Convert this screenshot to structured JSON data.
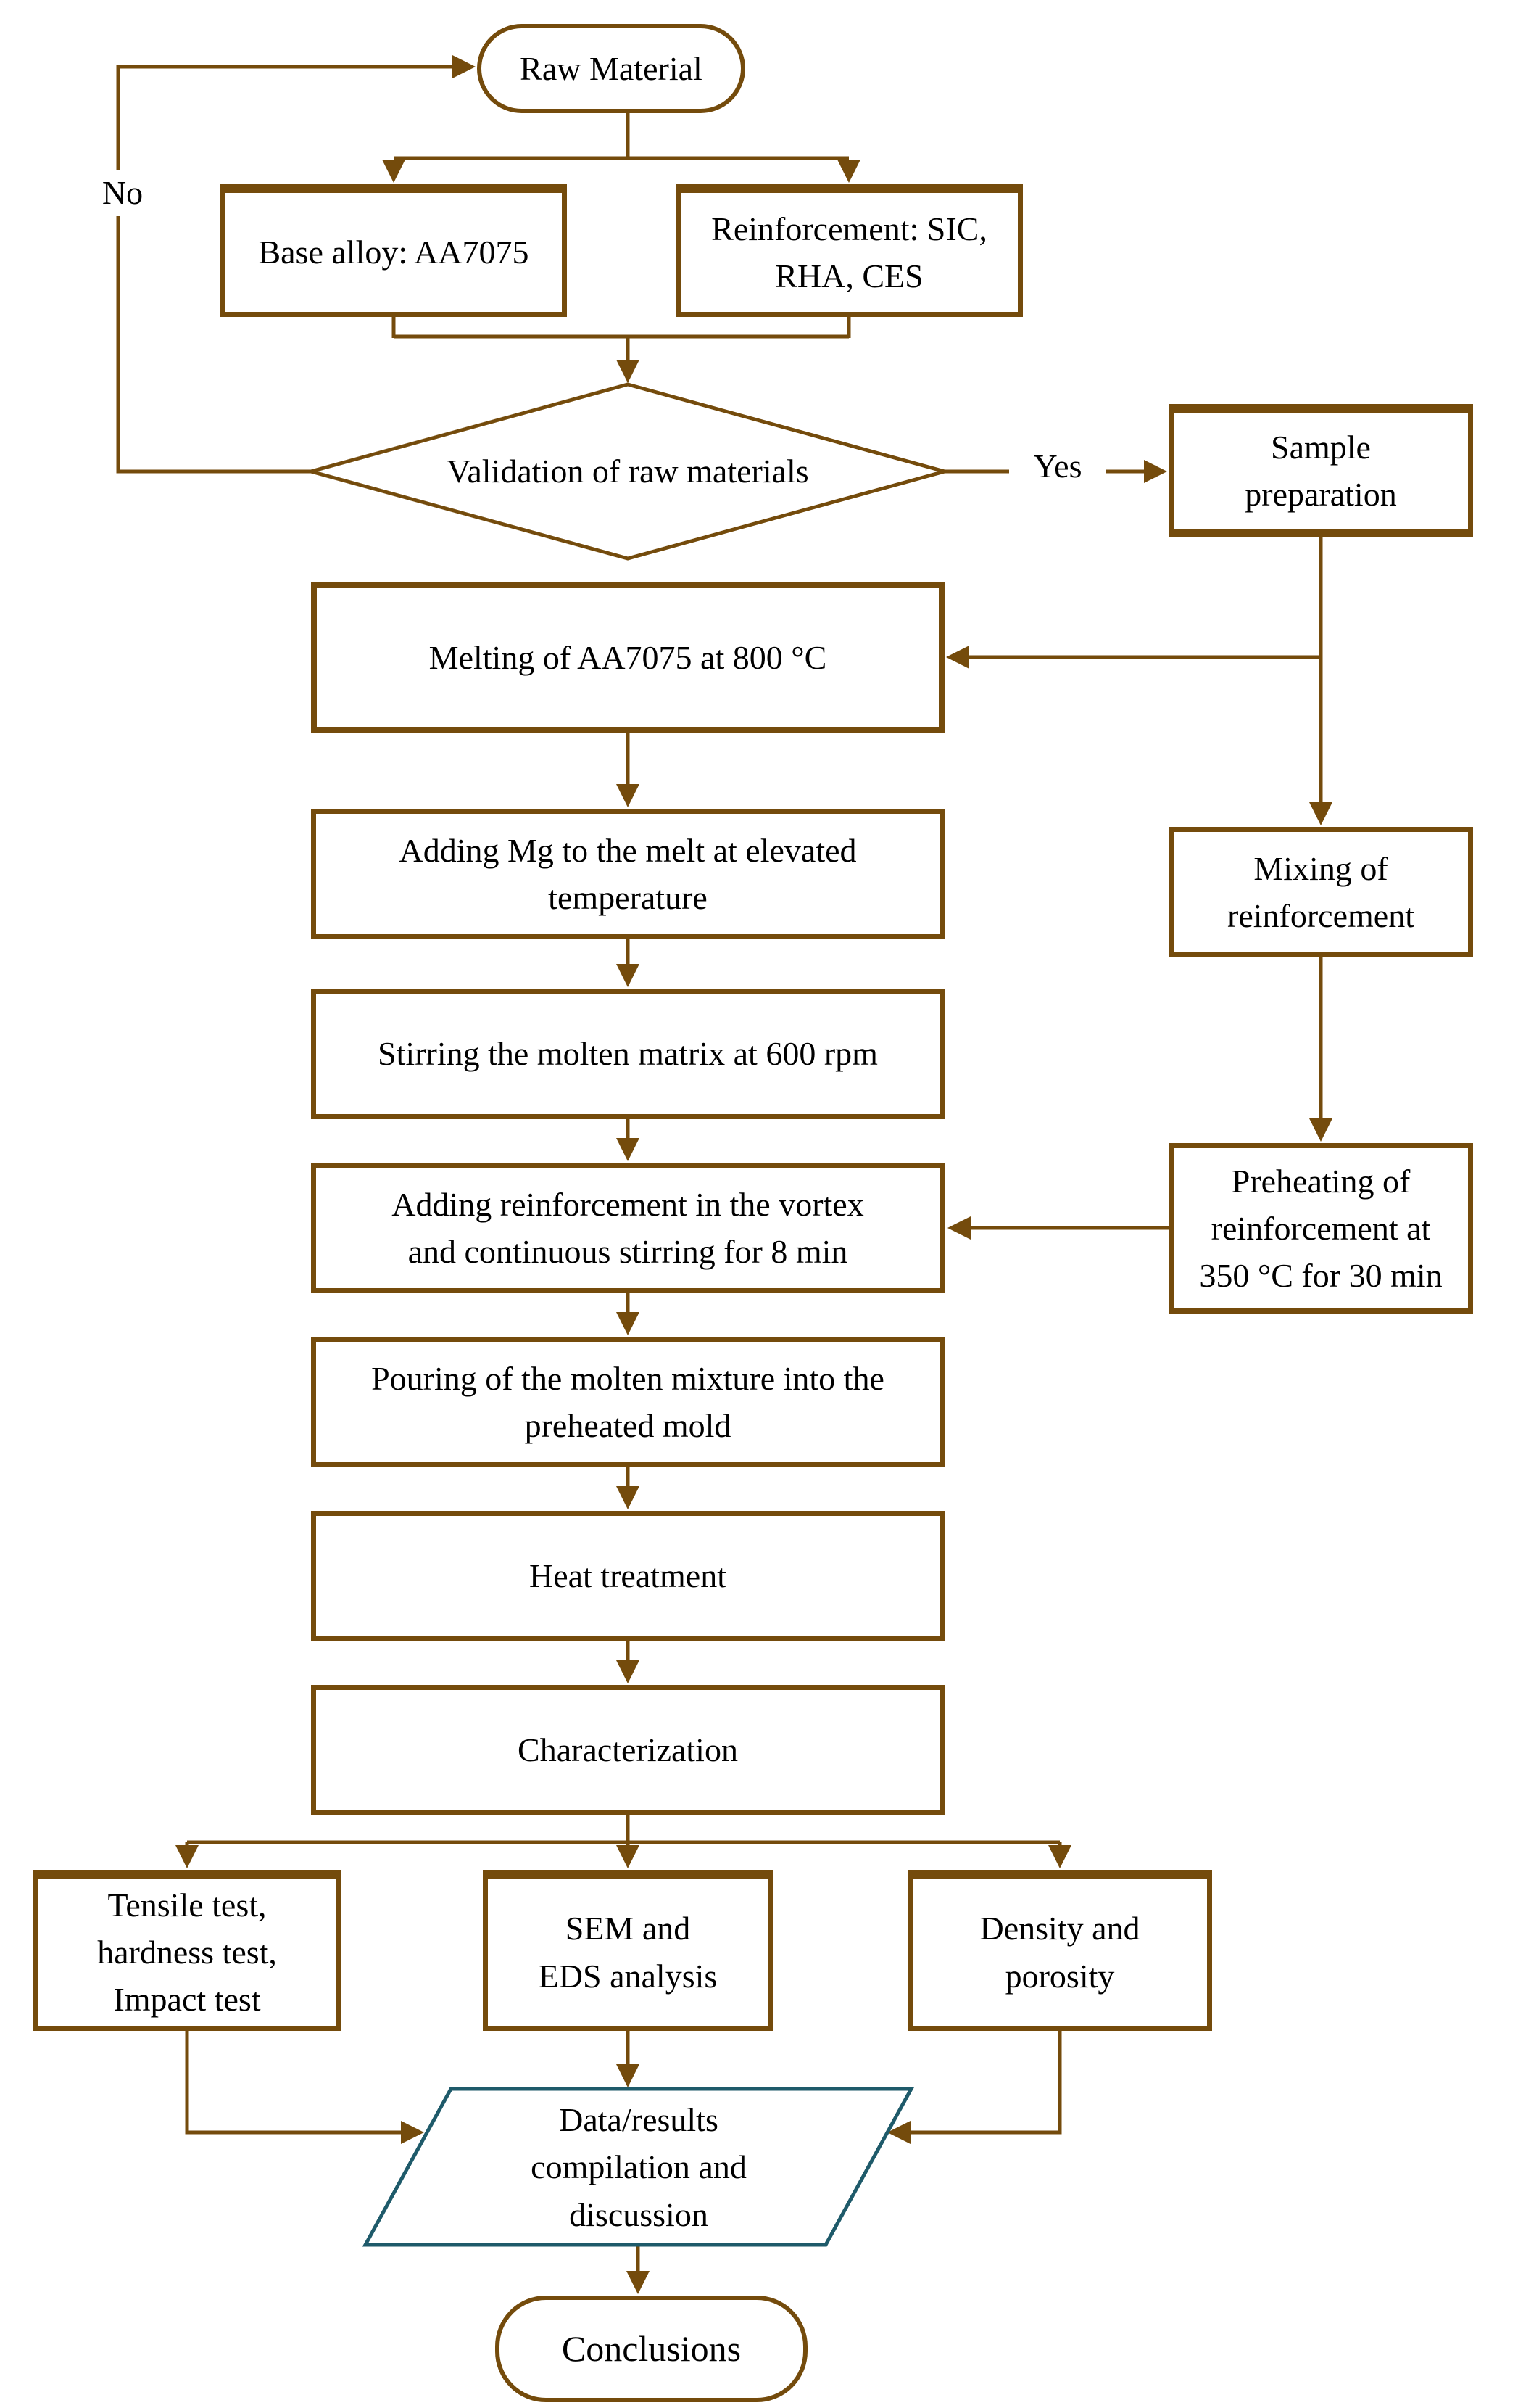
{
  "title": "Stir casting process flowchart",
  "colors": {
    "line_brown": "#744B0C",
    "parallelogram_teal": "#1E5A6A",
    "text": "#000000",
    "background": "#FFFFFF"
  },
  "nodes": {
    "raw_material": "Raw Material",
    "base_alloy": "Base alloy: AA7075",
    "reinforcement": "Reinforcement: SIC,\nRHA, CES",
    "validation": "Validation of raw materials",
    "sample_preparation": "Sample\npreparation",
    "melting": "Melting of AA7075 at 800 °C",
    "adding_mg": "Adding Mg to the melt at elevated\ntemperature",
    "mixing": "Mixing of\nreinforcement",
    "stirring": "Stirring the molten matrix at 600 rpm",
    "adding_reinforcement": "Adding reinforcement in the vortex\nand continuous stirring for 8 min",
    "preheating": "Preheating of\nreinforcement at\n350 °C for 30 min",
    "pouring": "Pouring of the molten mixture into the\npreheated mold",
    "heat_treatment": "Heat treatment",
    "characterization": "Characterization",
    "tensile": "Tensile test,\nhardness test,\nImpact test",
    "sem": "SEM and\nEDS analysis",
    "density": "Density and\nporosity",
    "data_results": "Data/results\ncompilation and\ndiscussion",
    "conclusions": "Conclusions"
  },
  "edge_labels": {
    "no": "No",
    "yes": "Yes"
  }
}
